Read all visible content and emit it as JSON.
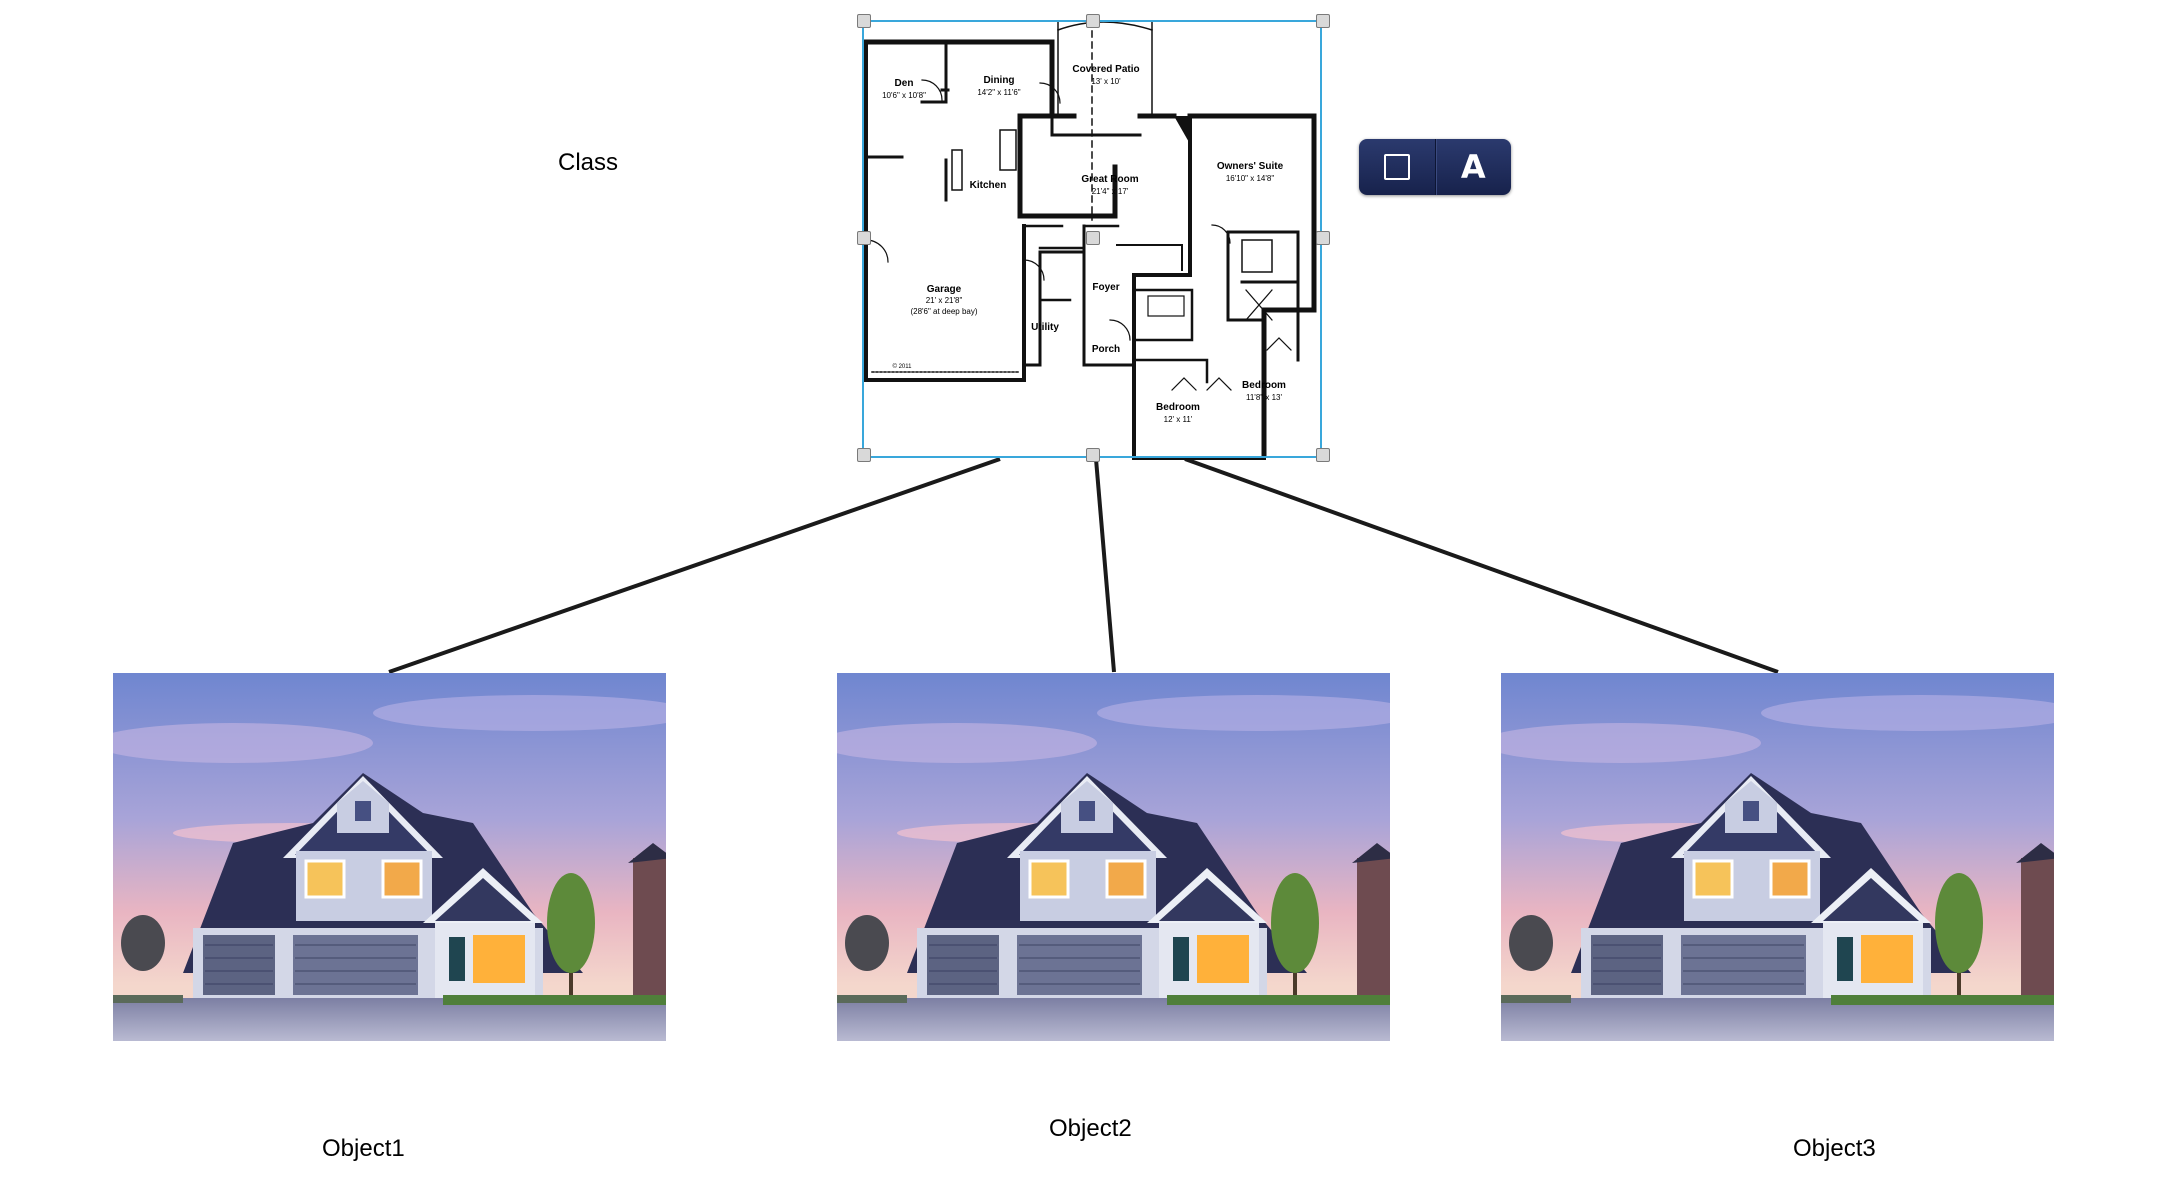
{
  "diagram": {
    "class_label": "Class",
    "objects": [
      {
        "label": "Object1"
      },
      {
        "label": "Object2"
      },
      {
        "label": "Object3"
      }
    ]
  },
  "floor_plan": {
    "rooms": [
      {
        "name": "Den",
        "dims": "10'6\" x 10'8\""
      },
      {
        "name": "Dining",
        "dims": "14'2\" x 11'6\""
      },
      {
        "name": "Covered Patio",
        "dims": "13' x 10'"
      },
      {
        "name": "Kitchen",
        "dims": ""
      },
      {
        "name": "Great Room",
        "dims": "21'4\" x 17'"
      },
      {
        "name": "Owners' Suite",
        "dims": "16'10\" x 14'8\""
      },
      {
        "name": "Garage",
        "dims": "21' x 21'8\"",
        "extra": "(28'6\" at deep bay)"
      },
      {
        "name": "Utility",
        "dims": ""
      },
      {
        "name": "Foyer",
        "dims": ""
      },
      {
        "name": "Porch",
        "dims": ""
      },
      {
        "name": "Bedroom",
        "dims": "11'8\" x 13'"
      },
      {
        "name": "Bedroom",
        "dims": "12' x 11'"
      }
    ],
    "copyright": "© 2011"
  },
  "toolbar": {
    "buttons": [
      {
        "icon": "square-icon"
      },
      {
        "letter": "A",
        "icon": "text-icon"
      }
    ],
    "colors": {
      "top": "#2b3a6e",
      "bottom": "#17224c"
    }
  },
  "colors": {
    "selection": "#39a7db",
    "connector": "#1a1a1a"
  }
}
